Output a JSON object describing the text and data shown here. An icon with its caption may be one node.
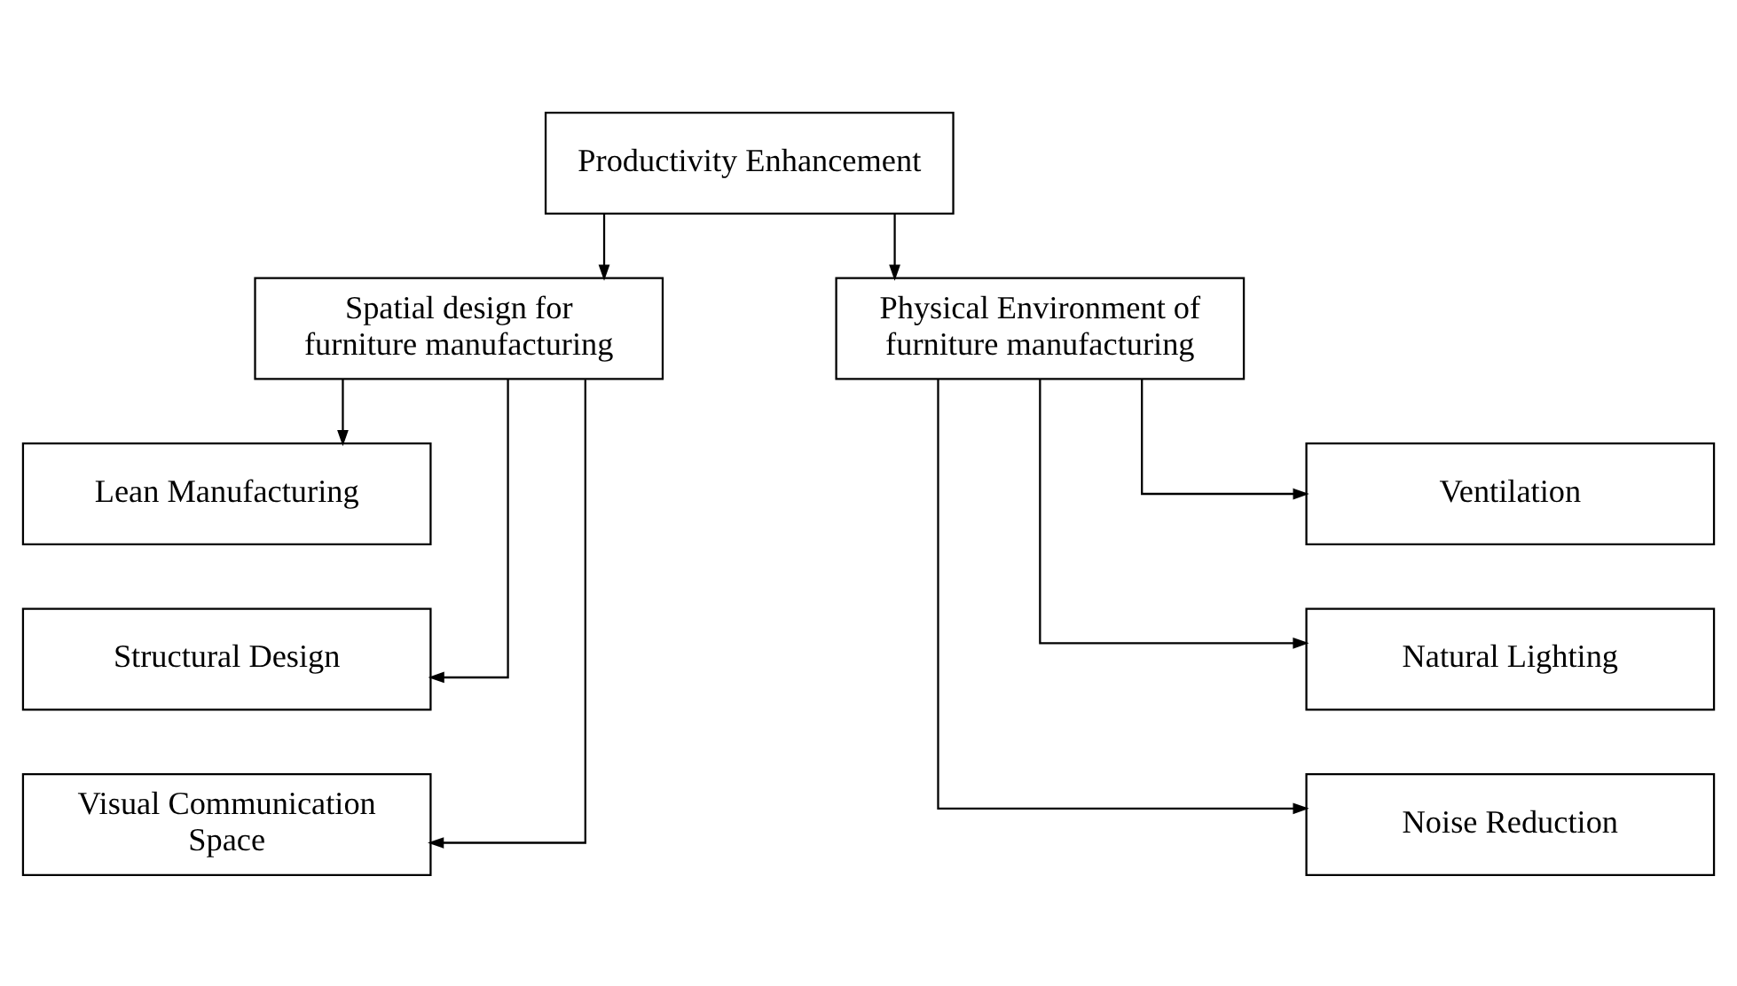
{
  "diagram": {
    "nodes": [
      {
        "text": [
          "Productivity Enhancement"
        ]
      },
      {
        "text": [
          "Spatial design for furniture manufacturing"
        ]
      },
      {
        "text": [
          "Physical Environment of furniture manufacturing"
        ]
      },
      {
        "text": [
          "Lean Manufacturing"
        ]
      },
      {
        "text": [
          "Structural Design"
        ]
      },
      {
        "text": [
          "Visual Communication Space"
        ]
      },
      {
        "text": [
          "Ventilation"
        ]
      },
      {
        "text": [
          "Natural Lighting"
        ]
      },
      {
        "text": [
          "Noise Reduction"
        ]
      }
    ],
    "edges": [
      {
        "from": 0,
        "to": 1,
        "arrow": "to"
      },
      {
        "from": 0,
        "to": 2,
        "arrow": "to"
      },
      {
        "from": 1,
        "to": 3,
        "arrow": "to"
      },
      {
        "from": 1,
        "to": 4,
        "arrow": "to"
      },
      {
        "from": 1,
        "to": 5,
        "arrow": "to"
      },
      {
        "from": 2,
        "to": 6,
        "arrow": "to"
      },
      {
        "from": 2,
        "to": 7,
        "arrow": "to"
      },
      {
        "from": 2,
        "to": 8,
        "arrow": "to"
      }
    ]
  }
}
